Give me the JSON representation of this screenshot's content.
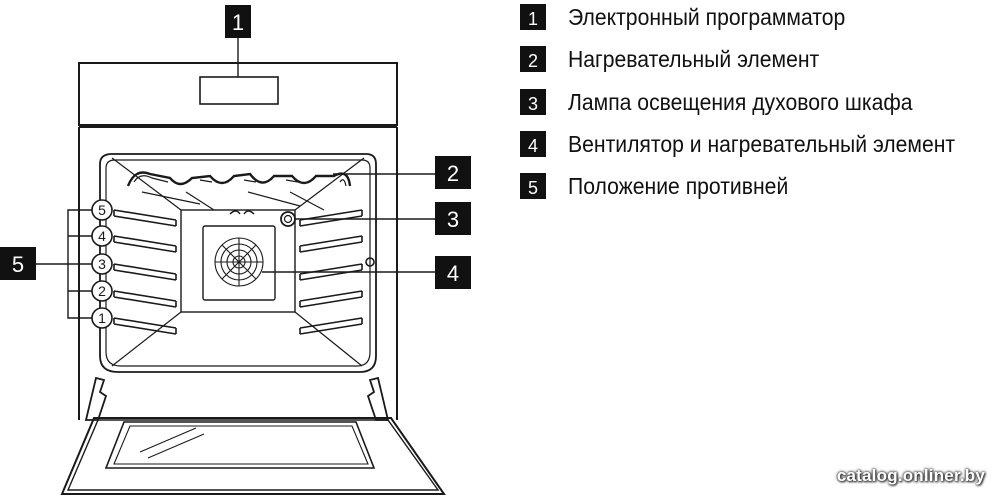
{
  "callouts": [
    {
      "number": "1",
      "label": "Электронный программатор"
    },
    {
      "number": "2",
      "label": "Нагревательный элемент"
    },
    {
      "number": "3",
      "label": "Лампа освещения духового шкафа"
    },
    {
      "number": "4",
      "label": "Вентилятор и нагревательный элемент"
    },
    {
      "number": "5",
      "label": "Положение противней"
    }
  ],
  "shelf_levels": [
    "5",
    "4",
    "3",
    "2",
    "1"
  ],
  "watermark": "catalog.onliner.by",
  "colors": {
    "line": "#1a1a1a",
    "badge": "#111111",
    "badge_text": "#ffffff"
  }
}
